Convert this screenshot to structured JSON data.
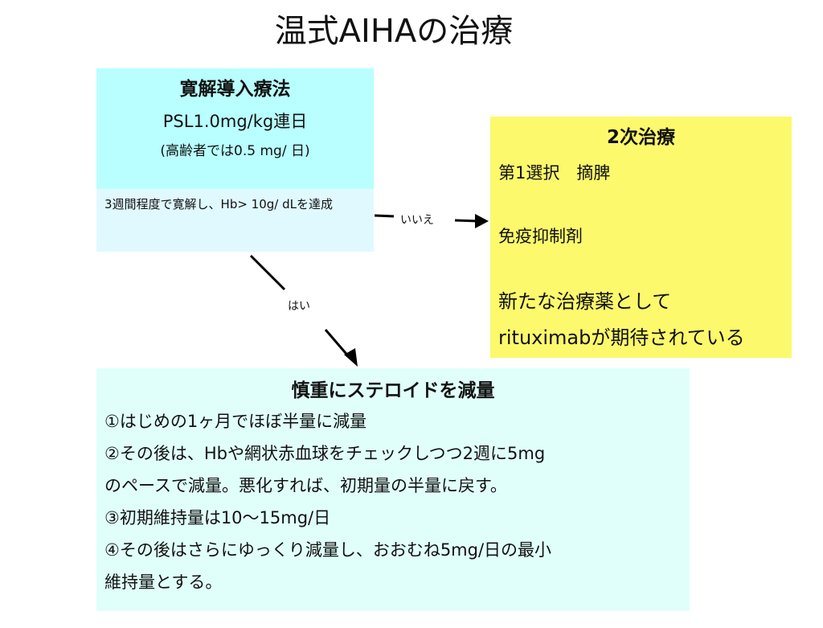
{
  "title": "温式AIHAの治療",
  "induction": {
    "heading": "寛解導入療法",
    "dose": "PSL1.0mg/kg連日",
    "elderly": "(高齢者では0.5 mg/ 日)",
    "condition": "3週間程度で寛解し、Hb> 10g/ dLを達成"
  },
  "arrows": {
    "no_label": "いいえ",
    "yes_label": "はい"
  },
  "secondary": {
    "heading": "2次治療",
    "items": [
      "第1選択　摘脾",
      "免疫抑制剤",
      "新たな治療薬として",
      "rituximabが期待されている"
    ]
  },
  "taper": {
    "heading": "慎重にステロイドを減量",
    "lines": [
      "①はじめの1ヶ月でほぼ半量に減量",
      "②その後は、Hbや網状赤血球をチェックしつつ2週に5mg",
      "のペースで減量。悪化すれば、初期量の半量に戻す。",
      "③初期維持量は10〜15mg/日",
      "④その後はさらにゆっくり減量し、おおむね5mg/日の最小",
      "維持量とする。"
    ]
  }
}
